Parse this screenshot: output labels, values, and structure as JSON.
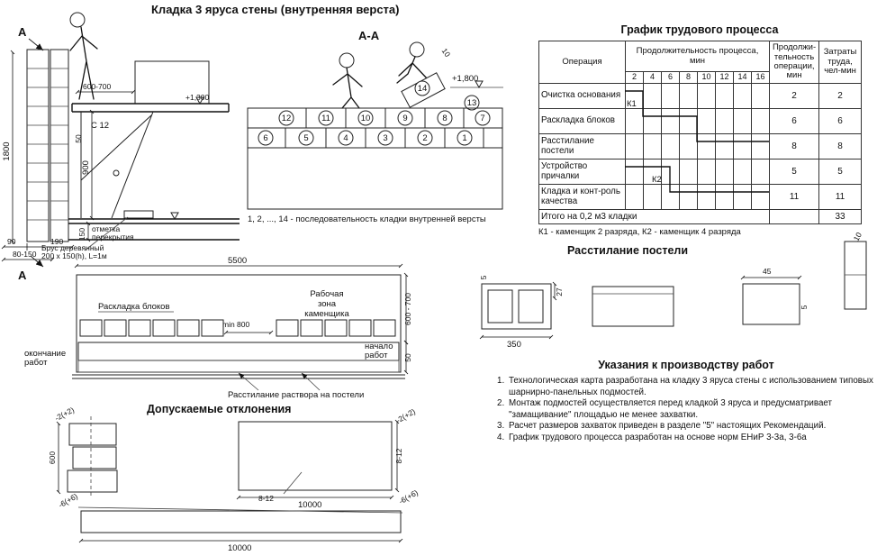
{
  "title": "Кладка 3 яруса стены (внутренняя верста)",
  "left_view": {
    "section_a_top": "А",
    "section_a_bottom": "А",
    "dim_1800": "1800",
    "dim_600_700": "600-700",
    "level_1300": "+1,300",
    "c12": "С 12",
    "dim_50": "50",
    "dim_900": "900",
    "dim_150": "150",
    "dim_90": "90",
    "dim_190": "190",
    "dim_80_150": "80-150",
    "otmetka_line1": "отметка",
    "otmetka_line2": "перекрытия",
    "brus_line1": "Брус деревянный",
    "brus_line2": "200 х 150(h), L=1м"
  },
  "section_aa": {
    "title": "А-А",
    "level_1800": "+1,800",
    "dim_10": "10",
    "circle_13": "13",
    "circle_14": "14",
    "row_top": [
      "12",
      "11",
      "10",
      "9",
      "8",
      "7"
    ],
    "row_mid": [
      "6",
      "5",
      "4",
      "3",
      "2",
      "1"
    ],
    "note": "1, 2, ..., 14 - последовательность кладки внутренней версты"
  },
  "work_chart": {
    "title": "График трудового процесса",
    "col_operation": "Операция",
    "col_process": "Продолжительность процесса, мин",
    "ticks": [
      "2",
      "4",
      "6",
      "8",
      "10",
      "12",
      "14",
      "16"
    ],
    "col_duration": "Продолжи-тельность операции, мин",
    "col_labor": "Затраты труда, чел-мин",
    "rows": [
      {
        "op": "Очистка основания",
        "dur": "2",
        "labor": "2"
      },
      {
        "op": "Раскладка блоков",
        "dur": "6",
        "labor": "6"
      },
      {
        "op": "Расстилание постели",
        "dur": "8",
        "labor": "8"
      },
      {
        "op": "Устройство причалки",
        "dur": "5",
        "labor": "5"
      },
      {
        "op": "Кладка и конт-роль качества",
        "dur": "11",
        "labor": "11"
      }
    ],
    "total_label": "Итого на 0,2 м3 кладки",
    "total_value": "33",
    "k1": "К1",
    "k2": "К2",
    "footnote": "К1 - каменщик 2 разряда, К2 - каменщик 4 разряда"
  },
  "plan_view": {
    "dim_5500": "5500",
    "label_zone_1": "Рабочая",
    "label_zone_2": "зона",
    "label_zone_3": "каменщика",
    "label_raskladka": "Раскладка блоков",
    "dim_min800": "min 800",
    "dim_600_700": "600 - 700",
    "dim_50": "50",
    "label_end_1": "окончание",
    "label_end_2": "работ",
    "label_start_1": "начало",
    "label_start_2": "работ",
    "label_rastvor": "Расстилание раствора на постели"
  },
  "bed_spreading": {
    "title": "Расстилание постели",
    "dim_5a": "5",
    "dim_27": "27",
    "dim_350": "350",
    "dim_45": "45",
    "dim_5b": "5",
    "dim_10": "10"
  },
  "instructions": {
    "title": "Указания к производству работ",
    "items": [
      {
        "num": "1.",
        "text": "Технологическая карта разработана на кладку 3 яруса стены с использованием типовых шарнирно-панельных подмостей."
      },
      {
        "num": "2.",
        "text": "Монтаж подмостей осуществляется перед кладкой 3 яруса и предусматривает \"замащивание\" площадью не менее захватки."
      },
      {
        "num": "3.",
        "text": "Расчет размеров захваток приведен в разделе \"5\" настоящих Рекомендаций."
      },
      {
        "num": "4.",
        "text": "График трудового процесса разработан на основе норм ЕНиР 3-3а, 3-6а"
      }
    ]
  },
  "deviations": {
    "title": "Допускаемые отклонения",
    "stack_dev": "-2(+2)",
    "stack_height": "600",
    "wall_dev_right": "-2(+2)",
    "wall_joint": "8-12",
    "wall_dim": "10000",
    "wall_joint_label": "8-12",
    "strip_dev_left": "-6(+6)",
    "strip_dev_right": "-6(+6)",
    "strip_dim": "10000"
  }
}
